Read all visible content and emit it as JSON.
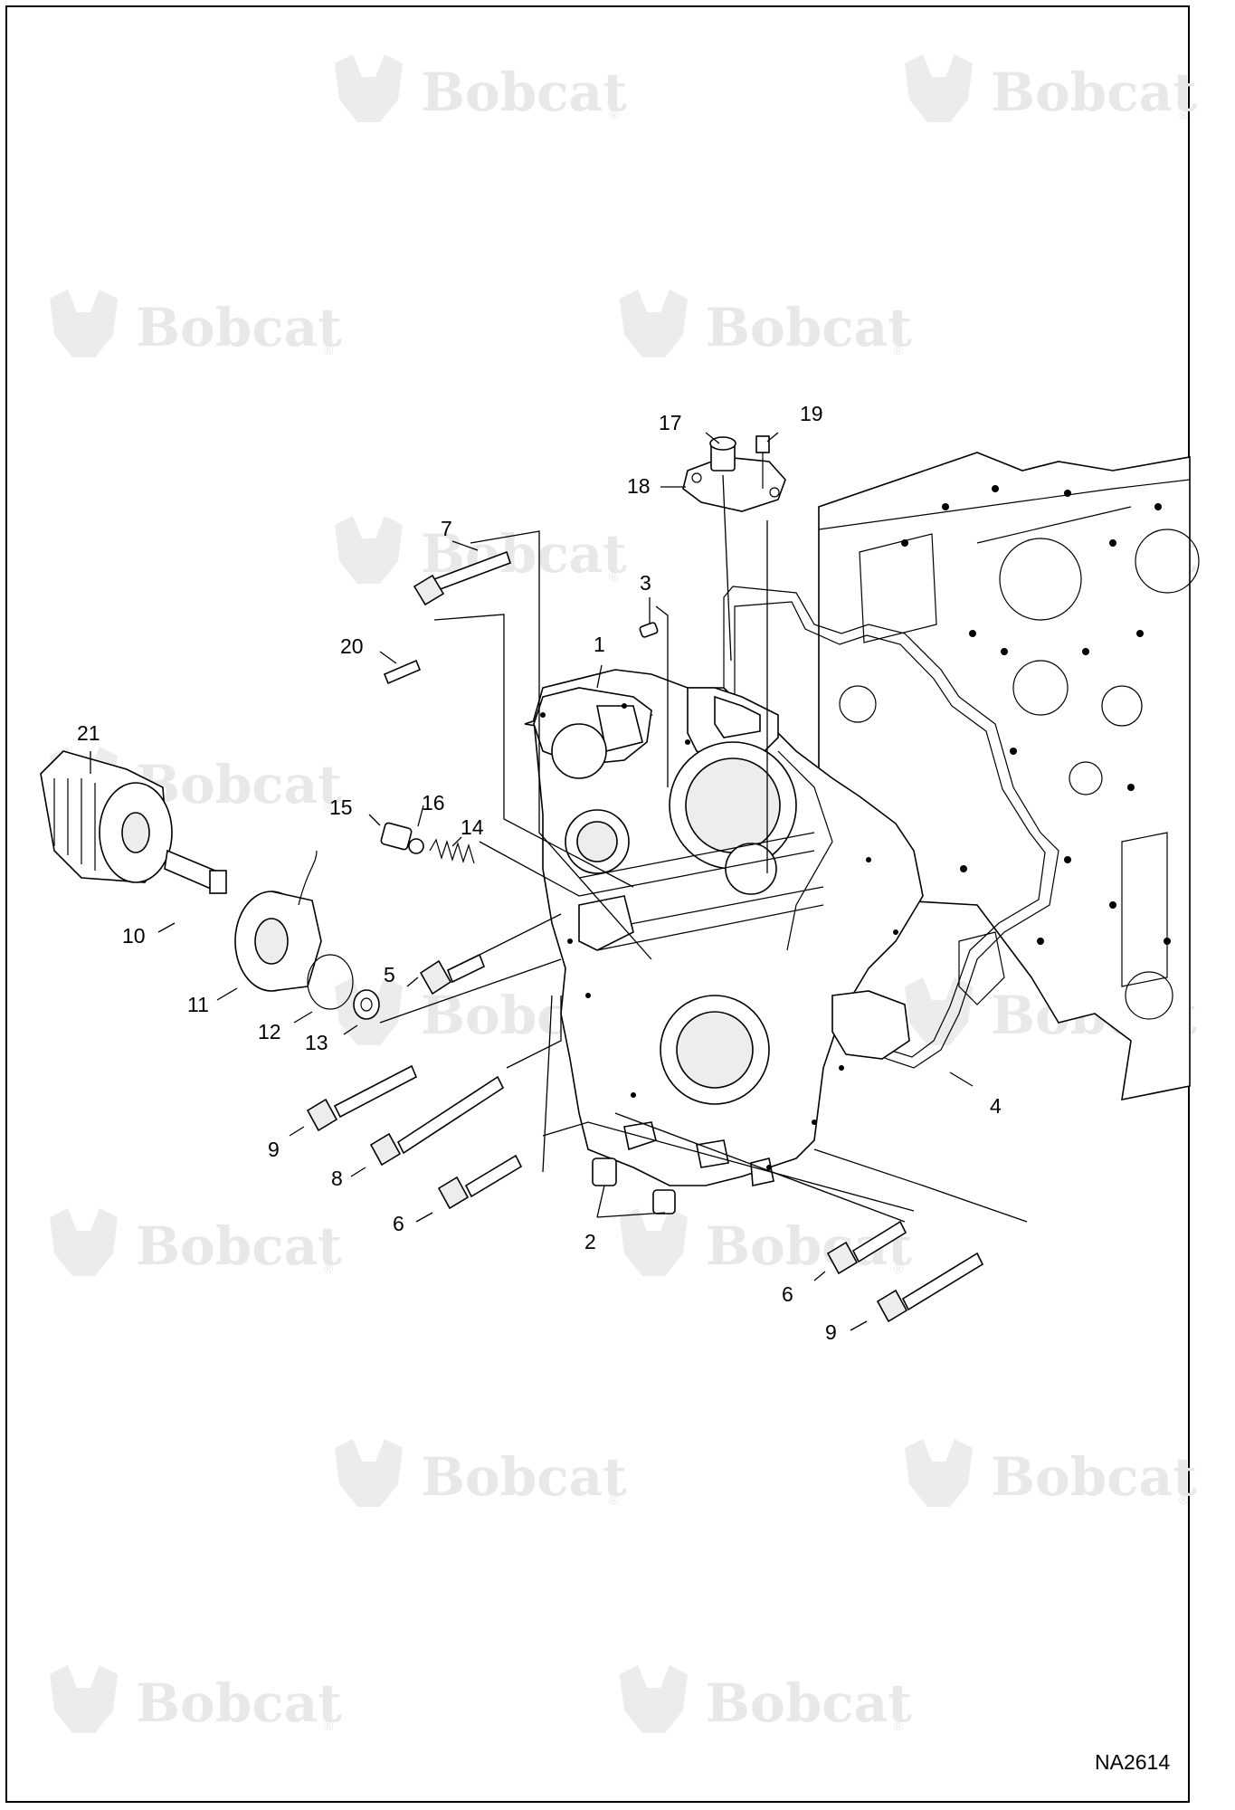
{
  "watermark": {
    "brand": "Bobcat",
    "mark": "®"
  },
  "figure": {
    "id": "NA2614"
  },
  "callouts": {
    "c1": "1",
    "c2": "2",
    "c3": "3",
    "c4": "4",
    "c5": "5",
    "c6a": "6",
    "c6b": "6",
    "c7": "7",
    "c8": "8",
    "c9a": "9",
    "c9b": "9",
    "c10": "10",
    "c11": "11",
    "c12": "12",
    "c13": "13",
    "c14": "14",
    "c15": "15",
    "c16": "16",
    "c17": "17",
    "c18": "18",
    "c19": "19",
    "c20": "20",
    "c21": "21"
  }
}
